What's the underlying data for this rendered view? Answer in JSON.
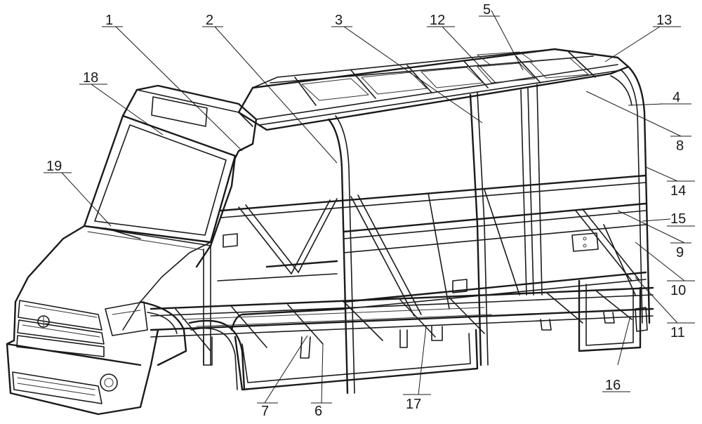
{
  "callouts": [
    {
      "id": "1",
      "text": "1"
    },
    {
      "id": "2",
      "text": "2"
    },
    {
      "id": "3",
      "text": "3"
    },
    {
      "id": "4",
      "text": "4"
    },
    {
      "id": "5",
      "text": "5"
    },
    {
      "id": "6",
      "text": "6"
    },
    {
      "id": "7",
      "text": "7"
    },
    {
      "id": "8",
      "text": "8"
    },
    {
      "id": "9",
      "text": "9"
    },
    {
      "id": "10",
      "text": "10"
    },
    {
      "id": "11",
      "text": "11"
    },
    {
      "id": "12",
      "text": "12"
    },
    {
      "id": "13",
      "text": "13"
    },
    {
      "id": "14",
      "text": "14"
    },
    {
      "id": "15",
      "text": "15"
    },
    {
      "id": "16",
      "text": "16"
    },
    {
      "id": "17",
      "text": "17"
    },
    {
      "id": "18",
      "text": "18"
    },
    {
      "id": "19",
      "text": "19"
    }
  ],
  "colors": {
    "line": "#1a1a1a",
    "background": "#ffffff"
  }
}
